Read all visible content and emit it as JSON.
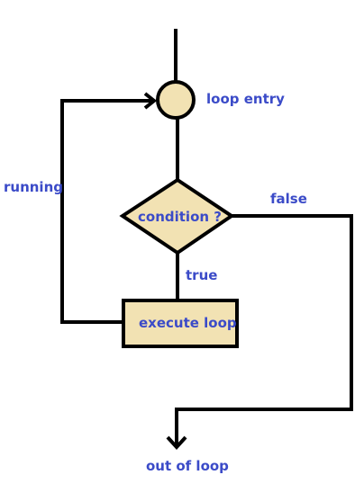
{
  "labels": {
    "loop_entry": "loop entry",
    "running": "running",
    "condition": "condition ?",
    "false": "false",
    "true": "true",
    "execute_loop": "execute loop",
    "out_of_loop": "out of loop"
  },
  "colors": {
    "stroke": "#000000",
    "shape_fill": "#f2e2b3",
    "label_text": "#3b4bc8"
  }
}
